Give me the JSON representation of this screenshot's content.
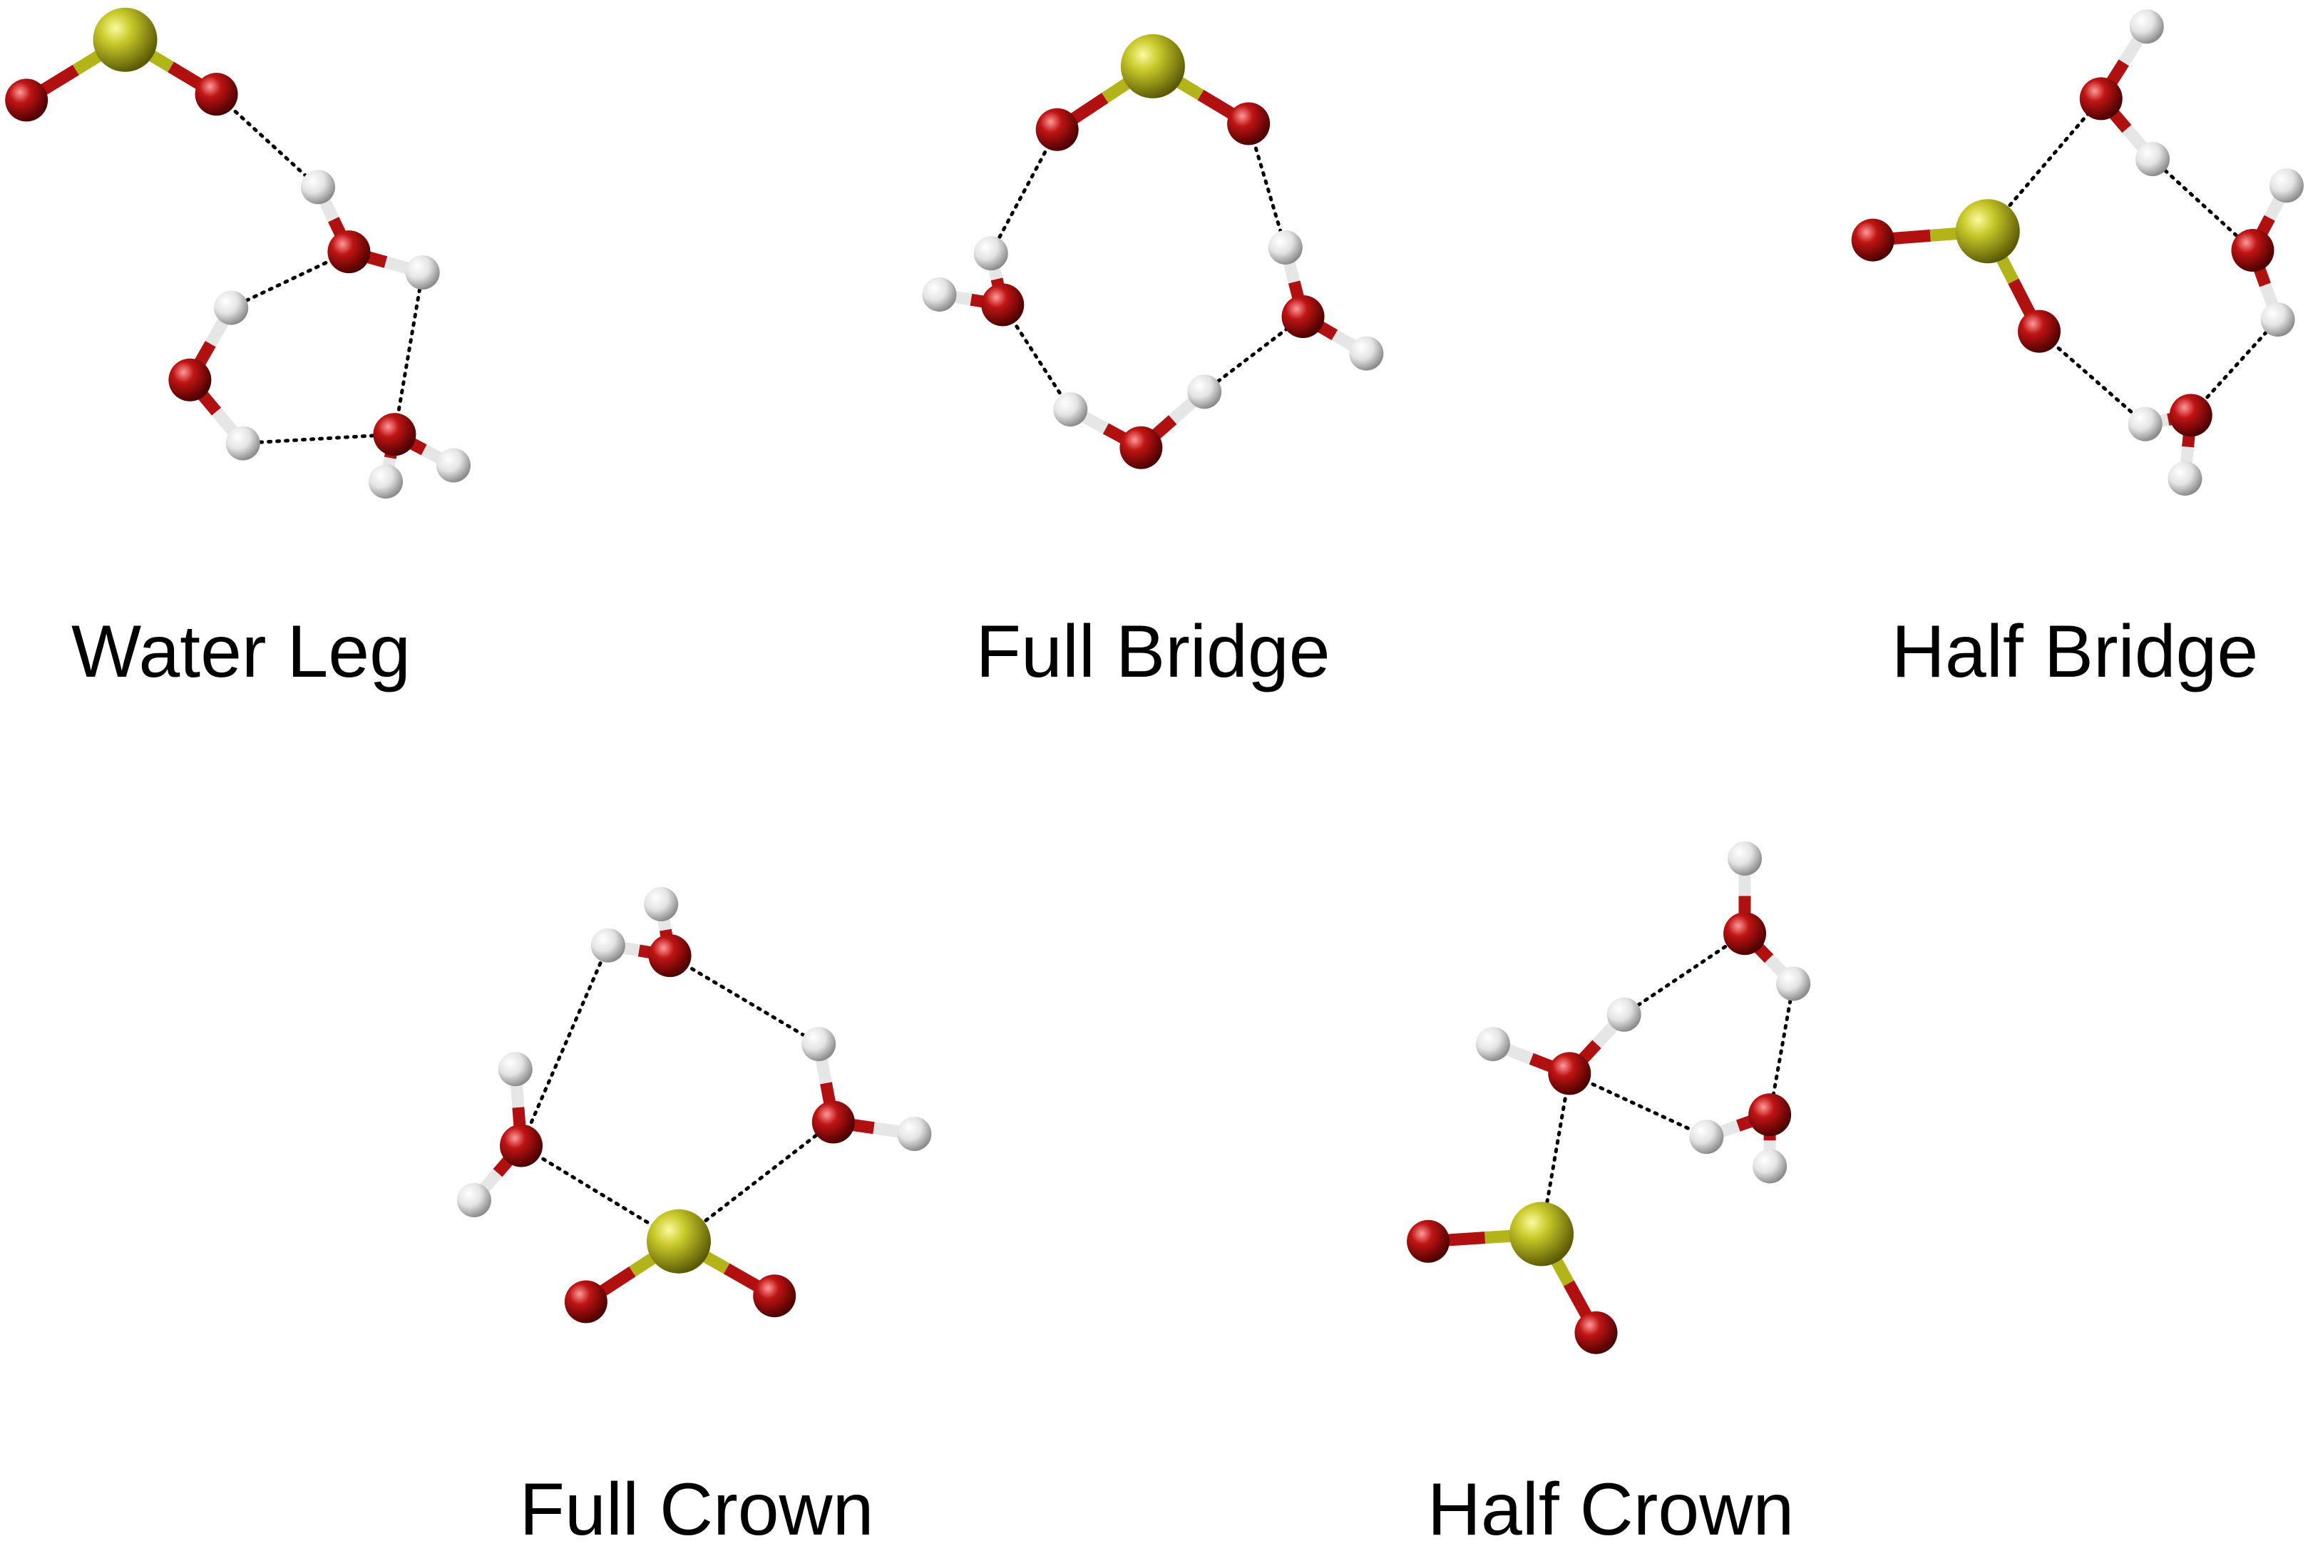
{
  "colors": {
    "sulfur": "#b3b31a",
    "oxygen": "#b01010",
    "hydrogen": "#e6e6e6",
    "hbond": "#000000",
    "text": "#000000"
  },
  "clusters": [
    {
      "id": "water-leg",
      "label": "Water Leg"
    },
    {
      "id": "full-bridge",
      "label": "Full Bridge"
    },
    {
      "id": "half-bridge",
      "label": "Half Bridge"
    },
    {
      "id": "full-crown",
      "label": "Full Crown"
    },
    {
      "id": "half-crown",
      "label": "Half Crown"
    }
  ]
}
